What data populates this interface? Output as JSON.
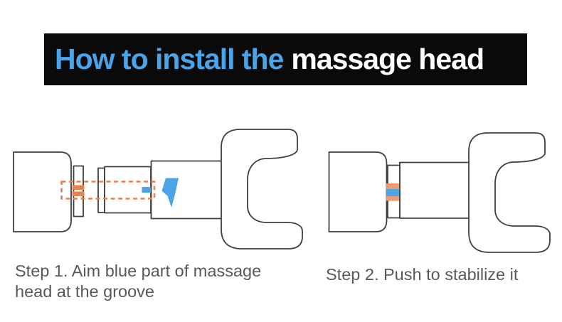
{
  "banner": {
    "title_highlight": "How to install the",
    "title_rest": "massage head"
  },
  "steps": [
    {
      "caption_lines": [
        "Step 1. Aim blue part of massage",
        "head at the groove"
      ],
      "arrow_icon": "bold-left-arrow-icon"
    },
    {
      "caption_lines": [
        "Step 2. Push to stabilize it"
      ]
    }
  ],
  "colors": {
    "banner_bg": "#0A0A0A",
    "accent_blue": "#4BA3E8",
    "accent_orange": "#E8824E",
    "accent_orange_light": "#EC9C70",
    "text_gray": "#595959",
    "outline_gray": "#3F3F3F"
  }
}
